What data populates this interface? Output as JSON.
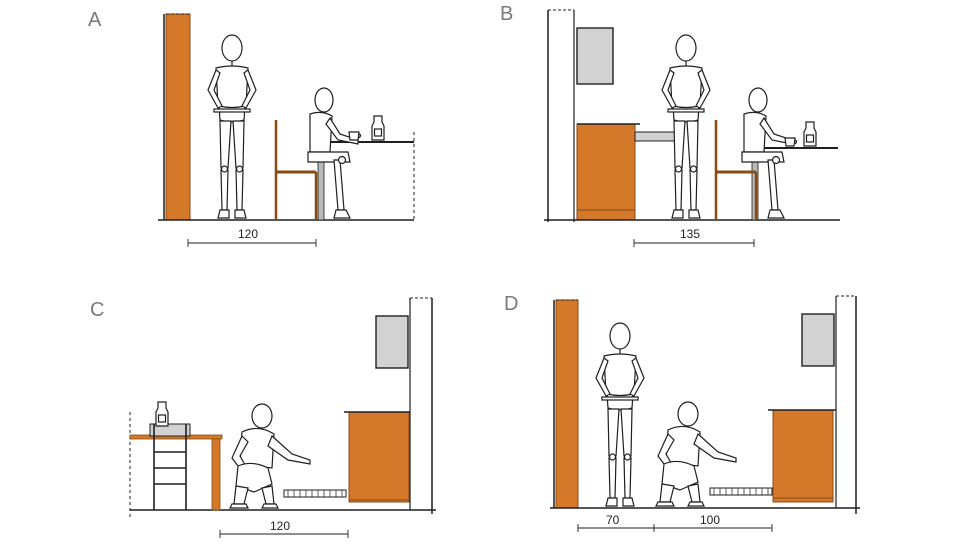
{
  "colors": {
    "cabinet": "#d4782a",
    "cabinet_stroke": "#8a4a14",
    "wall_cabinet": "#d2d2d2",
    "line": "#1f1f1f",
    "grey": "#7a7a7a"
  },
  "panels": [
    {
      "letter": "A",
      "dimensions": [
        "120"
      ]
    },
    {
      "letter": "B",
      "dimensions": [
        "135"
      ]
    },
    {
      "letter": "C",
      "dimensions": [
        "120"
      ]
    },
    {
      "letter": "D",
      "dimensions": [
        "70",
        "100"
      ]
    }
  ]
}
